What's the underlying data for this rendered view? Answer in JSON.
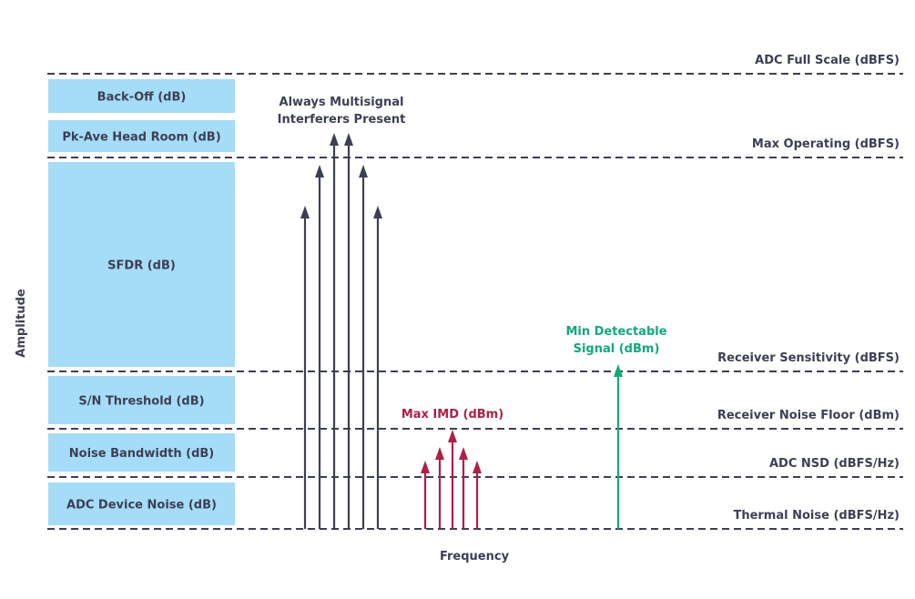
{
  "axes": {
    "y_label": "Amplitude",
    "x_label": "Frequency"
  },
  "levels": [
    "ADC Full Scale (dBFS)",
    "Max Operating (dBFS)",
    "Receiver Sensitivity (dBFS)",
    "Receiver Noise Floor (dBm)",
    "ADC NSD (dBFS/Hz)",
    "Thermal Noise (dBFS/Hz)"
  ],
  "boxes": [
    "Back-Off (dB)",
    "Pk-Ave Head Room (dB)",
    "SFDR (dB)",
    "S/N Threshold (dB)",
    "Noise Bandwidth (dB)",
    "ADC Device Noise (dB)"
  ],
  "annotations": {
    "interferers_line1": "Always Multisignal",
    "interferers_line2": "Interferers Present",
    "imd": "Max IMD (dBm)",
    "mds_line1": "Min Detectable",
    "mds_line2": "Signal (dBm)"
  },
  "colors": {
    "box": "#a5dcf7",
    "dark": "#3d3f55",
    "imd": "#b01f45",
    "signal": "#14a87c"
  }
}
